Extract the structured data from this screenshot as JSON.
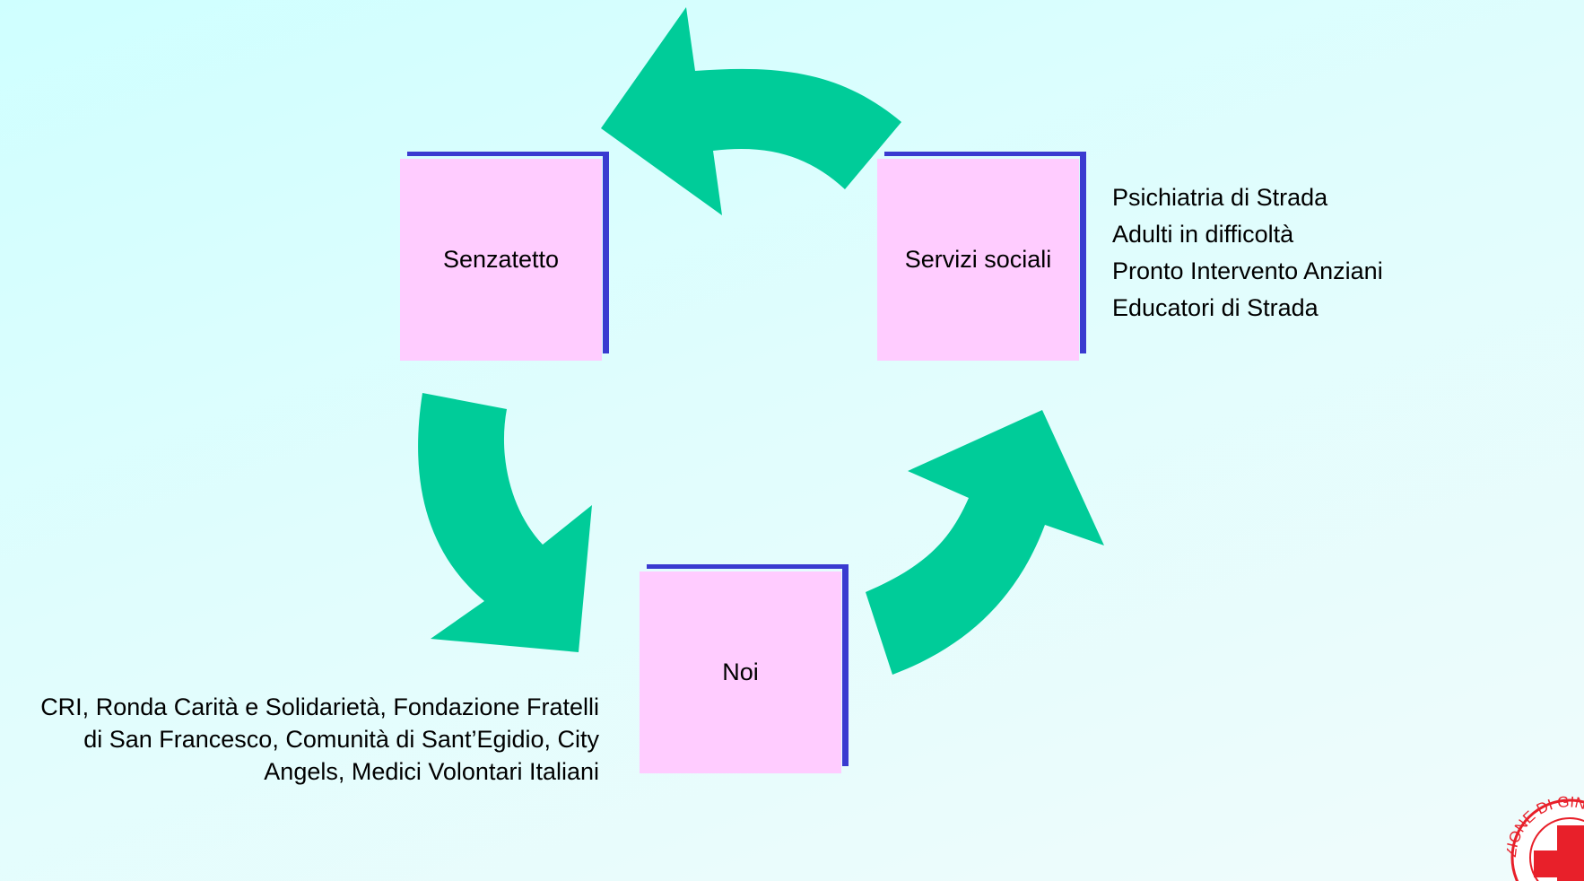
{
  "diagram": {
    "nodes": {
      "senzatetto": "Senzatetto",
      "servizi_sociali": "Servizi sociali",
      "noi": "Noi"
    },
    "servizi_list": [
      "Psichiatria di Strada",
      "Adulti in difficoltà",
      "Pronto Intervento Anziani",
      "Educatori di Strada"
    ],
    "partners_lines": [
      "CRI, Ronda Carità e Solidarietà, Fondazione Fratelli",
      "di San Francesco, Comunità di Sant’Egidio, City",
      "Angels, Medici Volontari Italiani"
    ]
  },
  "logo": {
    "ring_text": "ZIONE DI GINEVRA",
    "symbol": "red-cross"
  },
  "colors": {
    "arrow": "#00cc99",
    "box_fill": "#ffccff",
    "box_shadow": "#3a3ad0",
    "cross": "#e8202a"
  }
}
